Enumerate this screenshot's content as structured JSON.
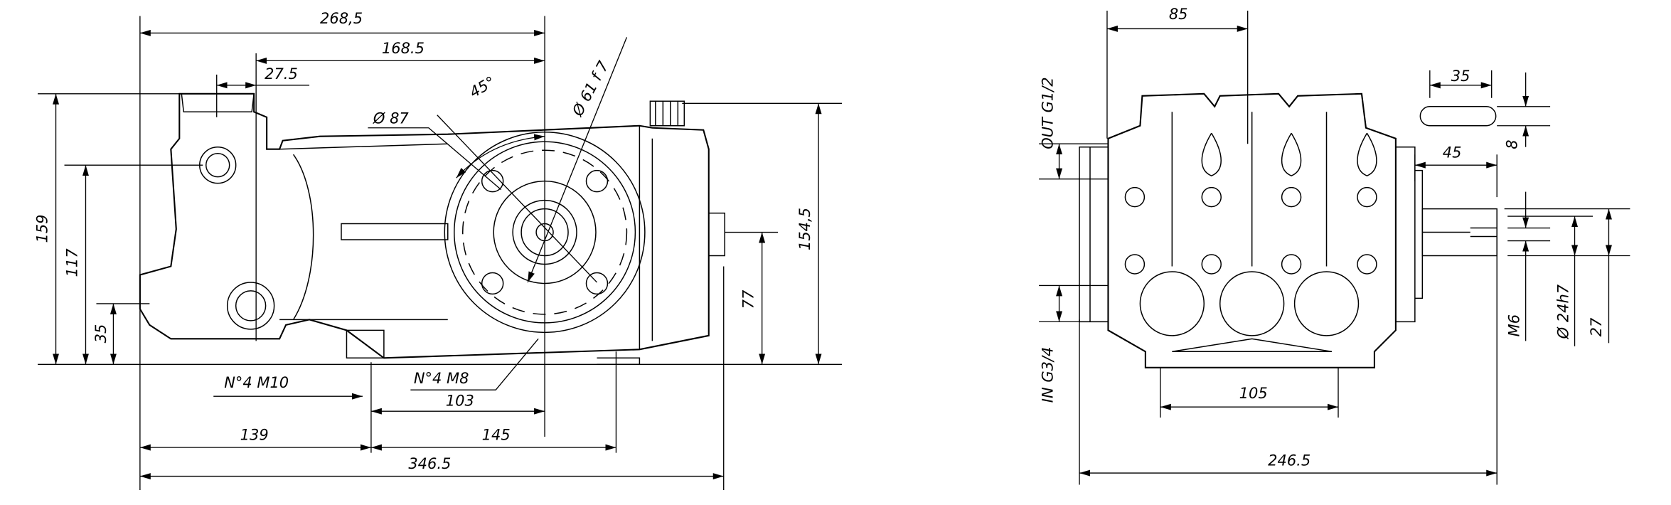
{
  "side_view": {
    "dims": {
      "overall_length_top": "268,5",
      "shaft_to_port": "168.5",
      "port_offset": "27.5",
      "angle": "45°",
      "bolt_circle": "Ø 87",
      "flange_diameter": "Ø 61 f 7",
      "height_total": "159",
      "height_port": "117",
      "height_inlet": "35",
      "height_right": "154,5",
      "shaft_height": "77",
      "mount_m10": "N°4 M10",
      "mount_m8": "N°4 M8",
      "dist_103": "103",
      "dist_139": "139",
      "dist_145": "145",
      "overall_length_bottom": "346.5"
    }
  },
  "front_view": {
    "dims": {
      "width_85": "85",
      "outlet": "OUT G1/2",
      "inlet": "IN G3/4",
      "key_length": "35",
      "key_width": "8",
      "shaft_length": "45",
      "thread": "M6",
      "shaft_diameter": "Ø 24h7",
      "shaft_key_height": "27",
      "width_105": "105",
      "overall_width": "246.5"
    }
  }
}
